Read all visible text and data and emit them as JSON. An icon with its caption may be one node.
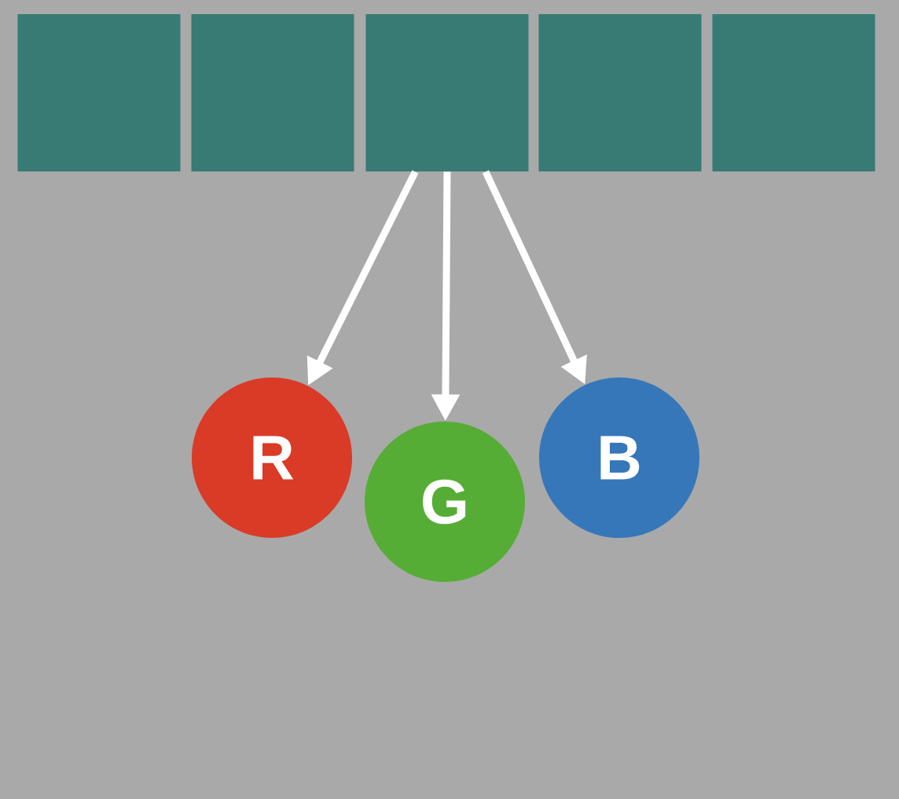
{
  "diagram": {
    "nodes": [
      {
        "text": [],
        "shape": "box"
      },
      {
        "text": [],
        "shape": "box"
      },
      {
        "text": [],
        "shape": "box"
      },
      {
        "text": [],
        "shape": "box"
      },
      {
        "text": [],
        "shape": "box"
      },
      {
        "text": [
          "R"
        ]
      },
      {
        "text": [
          "G"
        ]
      },
      {
        "text": [
          "B"
        ]
      }
    ],
    "edges": [
      {
        "from": 2,
        "to": 5,
        "arrow": "to"
      },
      {
        "from": 2,
        "to": 6,
        "arrow": "to"
      },
      {
        "from": 2,
        "to": 7,
        "arrow": "to"
      }
    ]
  }
}
